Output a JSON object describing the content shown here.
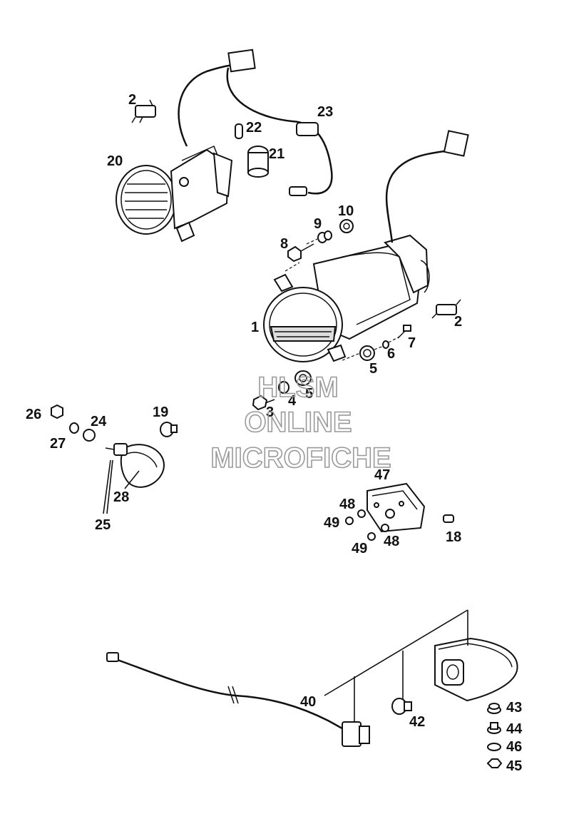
{
  "labels": {
    "l2a": "2",
    "l20": "20",
    "l22": "22",
    "l23": "23",
    "l21": "21",
    "l10": "10",
    "l9": "9",
    "l8": "8",
    "l1": "1",
    "l2b": "2",
    "l7": "7",
    "l6": "6",
    "l5a": "5",
    "l5b": "5",
    "l4": "4",
    "l3": "3",
    "l26": "26",
    "l24": "24",
    "l19": "19",
    "l27": "27",
    "l28": "28",
    "l25": "25",
    "l47": "47",
    "l48a": "48",
    "l49a": "49",
    "l48b": "48",
    "l49b": "49",
    "l18": "18",
    "l40": "40",
    "l42": "42",
    "l43": "43",
    "l44": "44",
    "l46": "46",
    "l45": "45"
  },
  "watermark": {
    "line1": "HLSM",
    "line2": "ONLINE",
    "line3": "MICROFICHE"
  }
}
